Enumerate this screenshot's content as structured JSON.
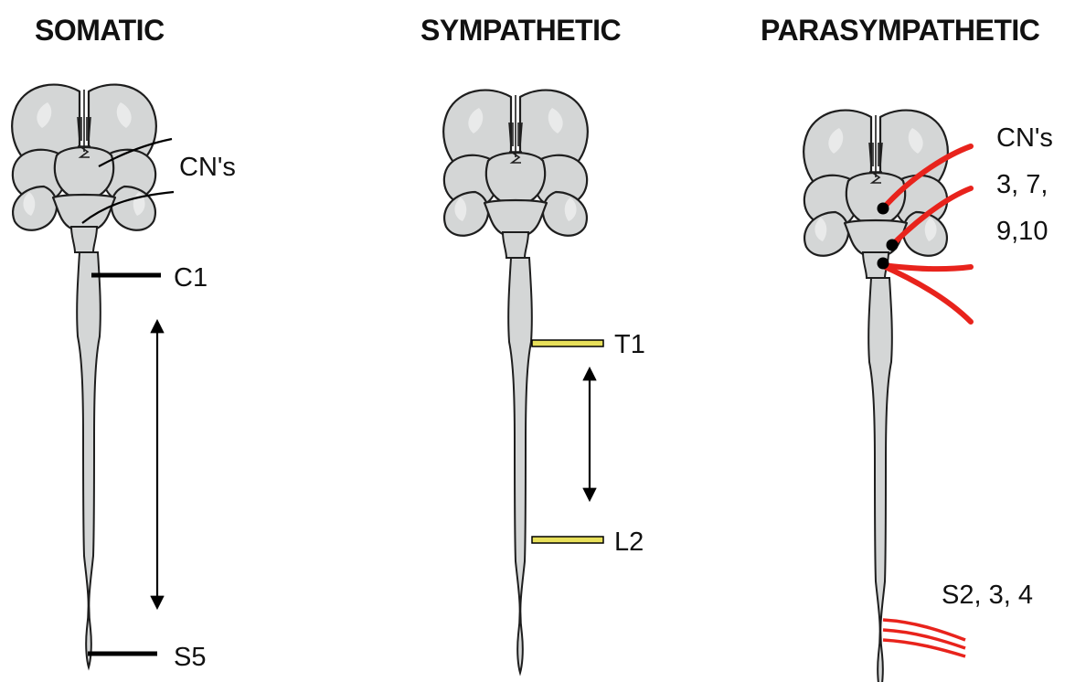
{
  "columns": [
    {
      "id": "somatic",
      "title": "SOMATIC",
      "labels": {
        "cranial": "CN's",
        "top": "C1",
        "bottom": "S5"
      }
    },
    {
      "id": "sympathetic",
      "title": "SYMPATHETIC",
      "labels": {
        "top": "T1",
        "bottom": "L2"
      }
    },
    {
      "id": "parasympathetic",
      "title": "PARASYMPATHETIC",
      "labels": {
        "cranial_line1": "CN's",
        "cranial_line2": "3, 7,",
        "cranial_line3": "9,10",
        "sacral": "S2, 3, 4"
      }
    }
  ],
  "colors": {
    "somatic_nerve": "#000000",
    "sympathetic_nerve": "#e8e05a",
    "parasympathetic_nerve": "#e8231c",
    "tissue": "#d4d6d6",
    "outline": "#1e1e1e"
  }
}
